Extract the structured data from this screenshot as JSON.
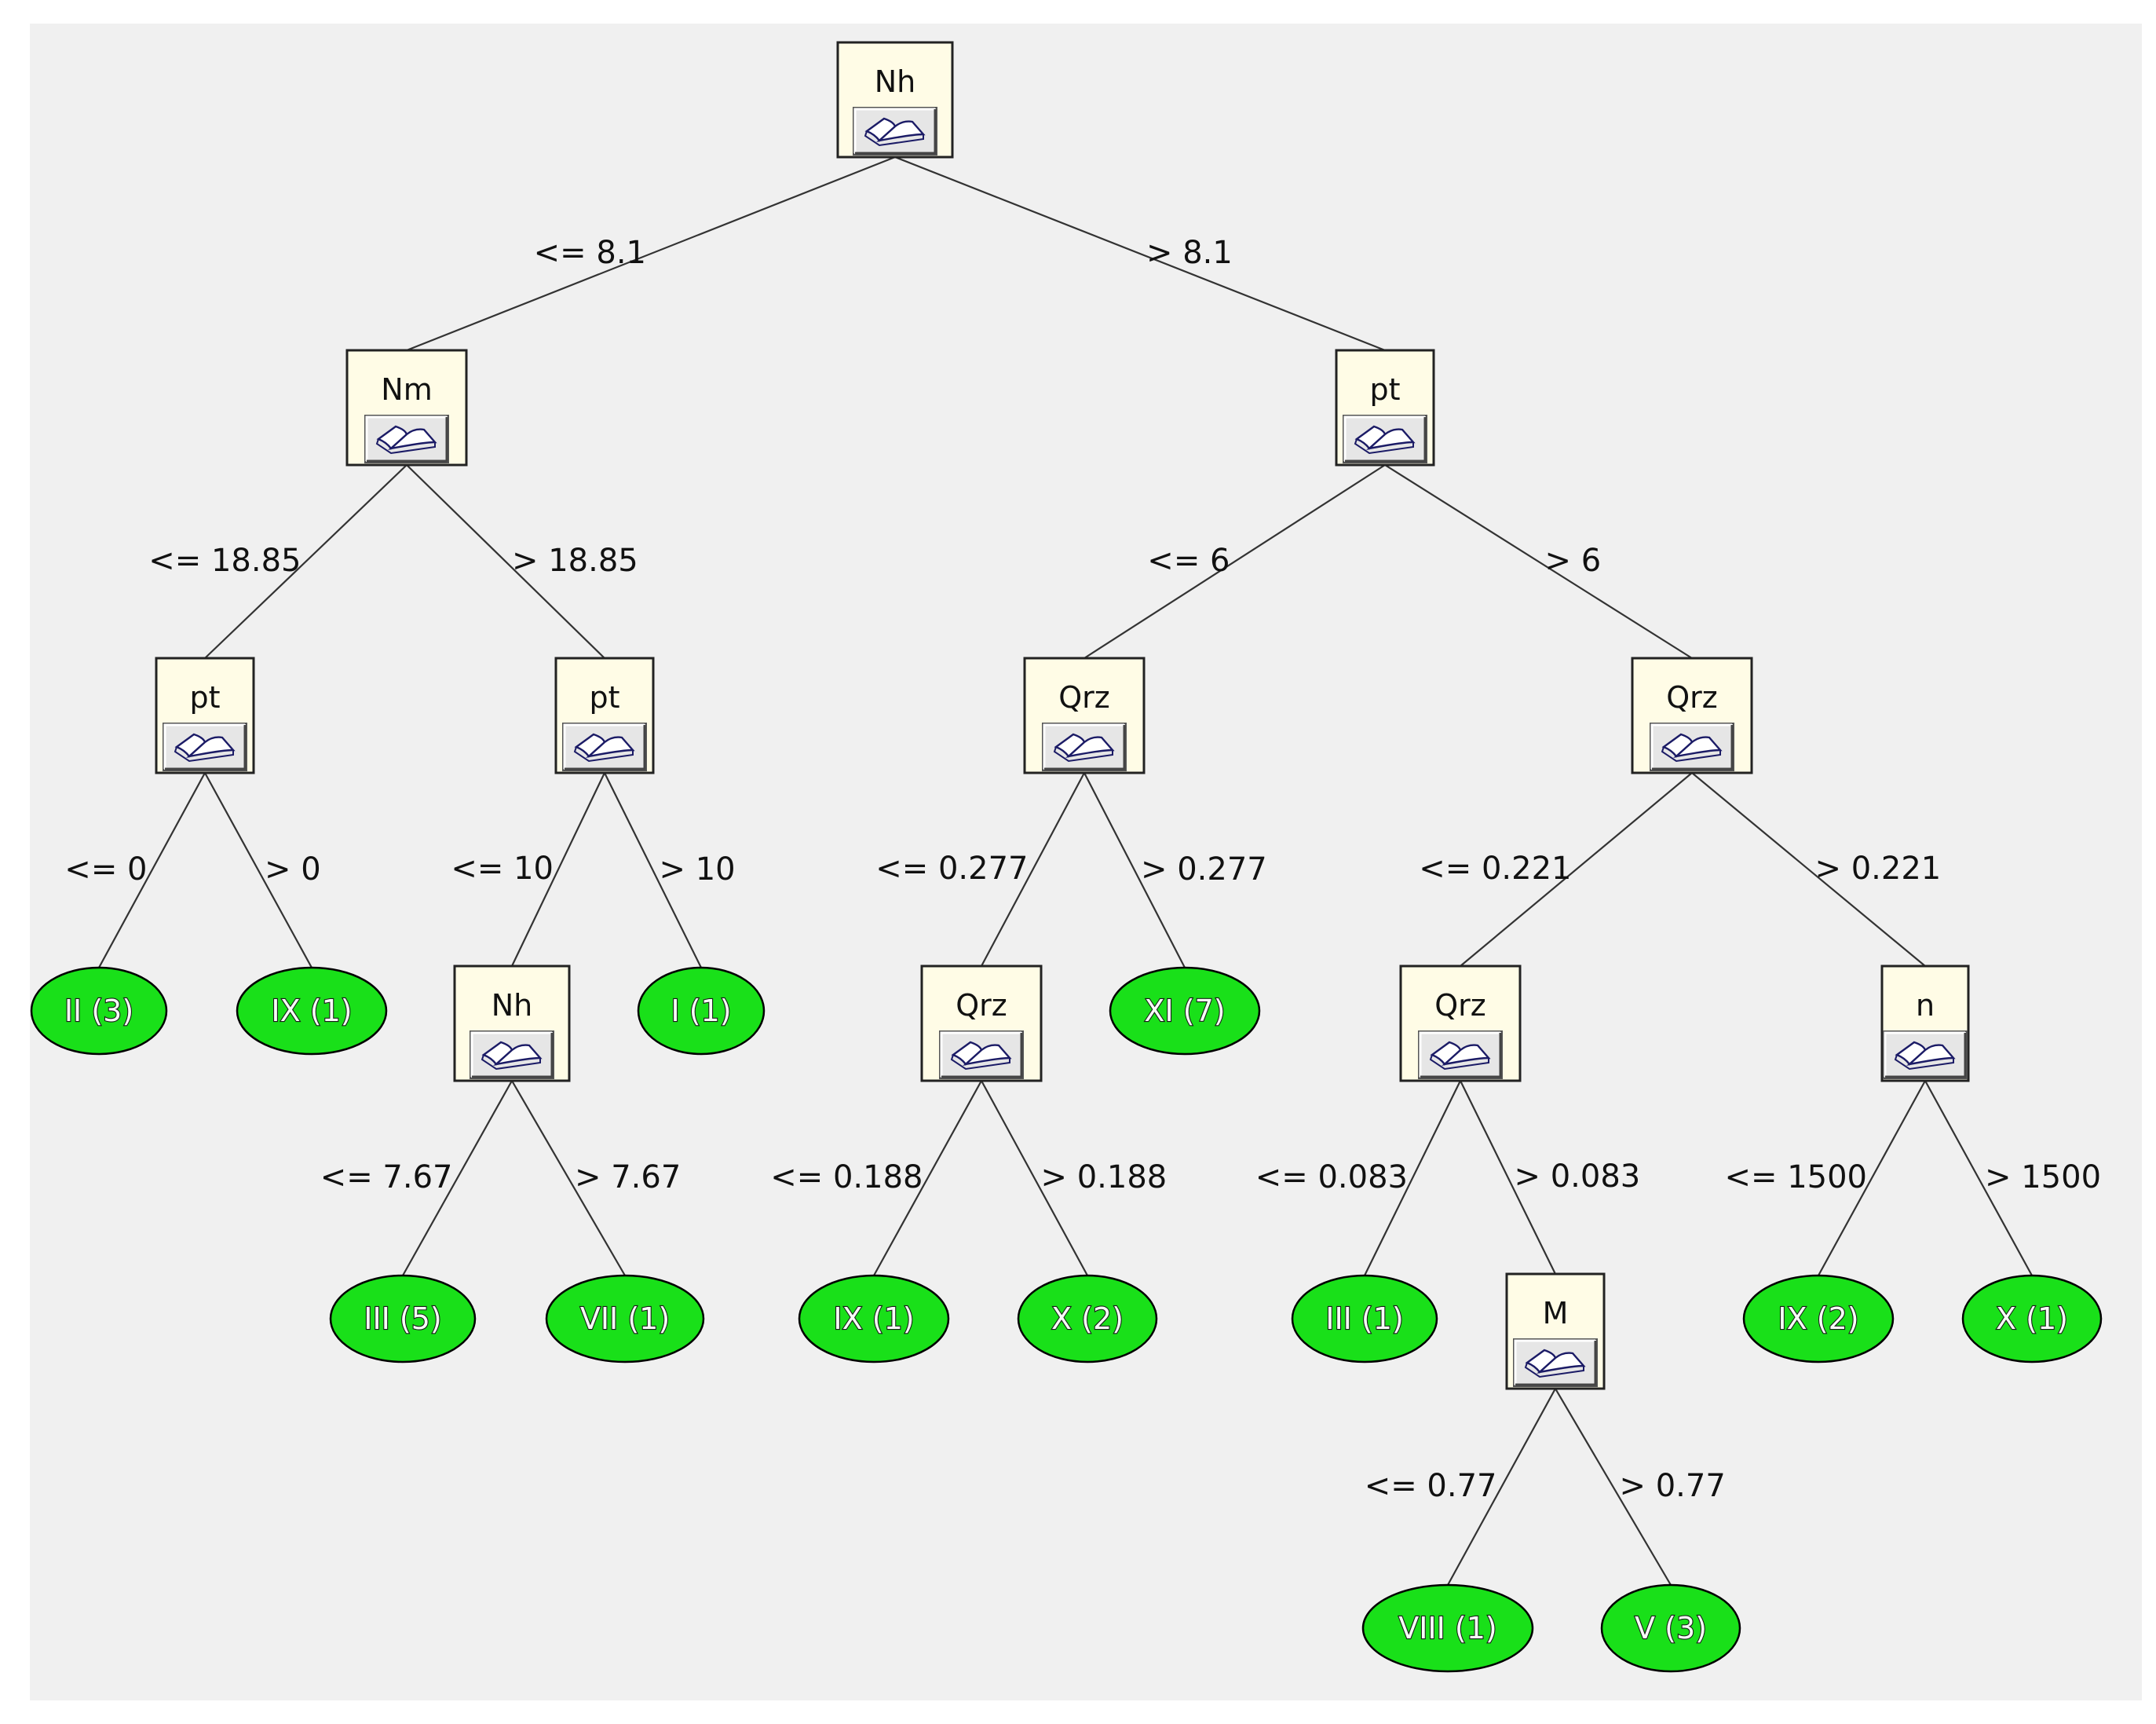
{
  "tree": {
    "nodes": [
      {
        "id": "root",
        "label": "Nh",
        "kind": "split"
      },
      {
        "id": "n_l",
        "label": "Nm",
        "kind": "split"
      },
      {
        "id": "n_r",
        "label": "pt",
        "kind": "split"
      },
      {
        "id": "n_ll",
        "label": "pt",
        "kind": "split"
      },
      {
        "id": "n_lr",
        "label": "pt",
        "kind": "split"
      },
      {
        "id": "n_rl",
        "label": "Qrz",
        "kind": "split"
      },
      {
        "id": "n_rr",
        "label": "Qrz",
        "kind": "split"
      },
      {
        "id": "leaf_ii3",
        "label": "II (3)",
        "kind": "leaf"
      },
      {
        "id": "leaf_ix1a",
        "label": "IX (1)",
        "kind": "leaf"
      },
      {
        "id": "n_lrl",
        "label": "Nh",
        "kind": "split"
      },
      {
        "id": "leaf_i1",
        "label": "I (1)",
        "kind": "leaf"
      },
      {
        "id": "n_rll",
        "label": "Qrz",
        "kind": "split"
      },
      {
        "id": "leaf_xi7",
        "label": "XI (7)",
        "kind": "leaf"
      },
      {
        "id": "n_rrl",
        "label": "Qrz",
        "kind": "split"
      },
      {
        "id": "n_rrr",
        "label": "n",
        "kind": "split"
      },
      {
        "id": "leaf_iii5",
        "label": "III (5)",
        "kind": "leaf"
      },
      {
        "id": "leaf_vii1",
        "label": "VII (1)",
        "kind": "leaf"
      },
      {
        "id": "leaf_ix1b",
        "label": "IX (1)",
        "kind": "leaf"
      },
      {
        "id": "leaf_x2",
        "label": "X (2)",
        "kind": "leaf"
      },
      {
        "id": "leaf_iii1",
        "label": "III (1)",
        "kind": "leaf"
      },
      {
        "id": "n_rrlr",
        "label": "M",
        "kind": "split"
      },
      {
        "id": "leaf_ix2",
        "label": "IX (2)",
        "kind": "leaf"
      },
      {
        "id": "leaf_x1",
        "label": "X (1)",
        "kind": "leaf"
      },
      {
        "id": "leaf_viii1",
        "label": "VIII (1)",
        "kind": "leaf"
      },
      {
        "id": "leaf_v3",
        "label": "V (3)",
        "kind": "leaf"
      }
    ],
    "edges": [
      {
        "from": "root",
        "to": "n_l",
        "label": "<= 8.1"
      },
      {
        "from": "root",
        "to": "n_r",
        "label": "> 8.1"
      },
      {
        "from": "n_l",
        "to": "n_ll",
        "label": "<= 18.85"
      },
      {
        "from": "n_l",
        "to": "n_lr",
        "label": "> 18.85"
      },
      {
        "from": "n_r",
        "to": "n_rl",
        "label": "<= 6"
      },
      {
        "from": "n_r",
        "to": "n_rr",
        "label": "> 6"
      },
      {
        "from": "n_ll",
        "to": "leaf_ii3",
        "label": "<= 0"
      },
      {
        "from": "n_ll",
        "to": "leaf_ix1a",
        "label": "> 0"
      },
      {
        "from": "n_lr",
        "to": "n_lrl",
        "label": "<= 10"
      },
      {
        "from": "n_lr",
        "to": "leaf_i1",
        "label": "> 10"
      },
      {
        "from": "n_rl",
        "to": "n_rll",
        "label": "<= 0.277"
      },
      {
        "from": "n_rl",
        "to": "leaf_xi7",
        "label": "> 0.277"
      },
      {
        "from": "n_rr",
        "to": "n_rrl",
        "label": "<= 0.221"
      },
      {
        "from": "n_rr",
        "to": "n_rrr",
        "label": "> 0.221"
      },
      {
        "from": "n_lrl",
        "to": "leaf_iii5",
        "label": "<= 7.67"
      },
      {
        "from": "n_lrl",
        "to": "leaf_vii1",
        "label": "> 7.67"
      },
      {
        "from": "n_rll",
        "to": "leaf_ix1b",
        "label": "<= 0.188"
      },
      {
        "from": "n_rll",
        "to": "leaf_x2",
        "label": "> 0.188"
      },
      {
        "from": "n_rrl",
        "to": "leaf_iii1",
        "label": "<= 0.083"
      },
      {
        "from": "n_rrl",
        "to": "n_rrlr",
        "label": "> 0.083"
      },
      {
        "from": "n_rrr",
        "to": "leaf_ix2",
        "label": "<= 1500"
      },
      {
        "from": "n_rrr",
        "to": "leaf_x1",
        "label": "> 1500"
      },
      {
        "from": "n_rrlr",
        "to": "leaf_viii1",
        "label": "<= 0.77"
      },
      {
        "from": "n_rrlr",
        "to": "leaf_v3",
        "label": "> 0.77"
      }
    ]
  },
  "colors": {
    "background": "#f0f0f0",
    "node_fill": "#fffce6",
    "leaf_fill": "#19e019",
    "edge": "#333333"
  },
  "icons": {
    "node_button": "book-icon"
  }
}
